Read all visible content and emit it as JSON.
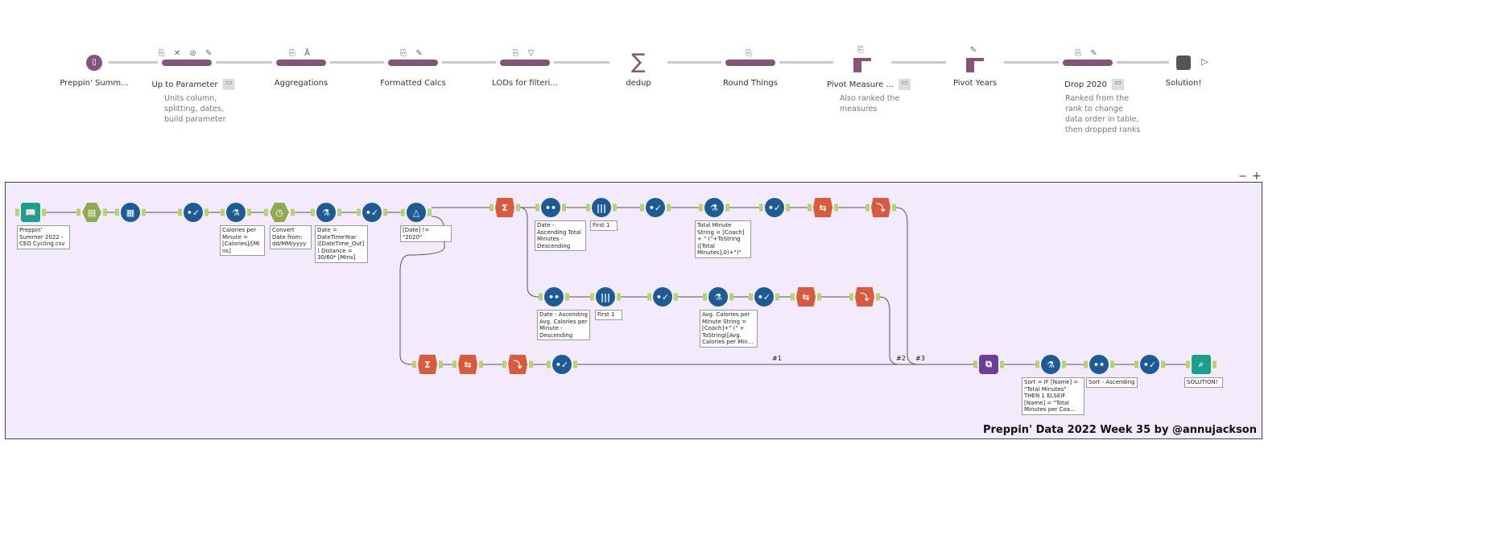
{
  "flow_steps": [
    {
      "label": "Preppin' Summ...",
      "icons": "",
      "note": "",
      "comment": false,
      "kind": "input"
    },
    {
      "label": "Up to Parameter",
      "icons": "⎘ ✕ ⊘ ✎",
      "note": "Units column, splitting, dates, build parameter",
      "comment": true,
      "kind": "clean"
    },
    {
      "label": "Aggregations",
      "icons": "⎘ Å",
      "note": "",
      "comment": false,
      "kind": "clean"
    },
    {
      "label": "Formatted Calcs",
      "icons": "⎘ ✎",
      "note": "",
      "comment": false,
      "kind": "clean"
    },
    {
      "label": "LODs for filteri...",
      "icons": "⎘ ▽",
      "note": "",
      "comment": false,
      "kind": "clean"
    },
    {
      "label": "dedup",
      "icons": "",
      "note": "",
      "comment": false,
      "kind": "aggregate"
    },
    {
      "label": "Round Things",
      "icons": "⎘",
      "note": "",
      "comment": false,
      "kind": "clean"
    },
    {
      "label": "Pivot Measure ...",
      "icons": "⎘",
      "note": "Also ranked the measures",
      "comment": true,
      "kind": "pivot"
    },
    {
      "label": "Pivot Years",
      "icons": "✎",
      "note": "",
      "comment": false,
      "kind": "pivot"
    },
    {
      "label": "Drop 2020",
      "icons": "⎘ ✎",
      "note": "Ranked from the rank to change data order in table, then dropped ranks",
      "comment": true,
      "kind": "clean"
    },
    {
      "label": "Solution!",
      "icons": "",
      "note": "",
      "comment": false,
      "kind": "output"
    }
  ],
  "canvas": {
    "title": "Preppin' Data 2022 Week 35 by @annujackson",
    "zoom_out": "−",
    "zoom_in": "+",
    "tools": [
      {
        "type": "input",
        "glyph": "📖",
        "annotation": "Preppin' Summer 2022 - CEO Cycling.csv"
      },
      {
        "type": "text-to-columns",
        "glyph": "▤",
        "annotation": ""
      },
      {
        "type": "multi-field",
        "glyph": "▦",
        "annotation": ""
      },
      {
        "type": "select",
        "glyph": "•✓",
        "annotation": ""
      },
      {
        "type": "formula",
        "glyph": "⚗",
        "annotation": "Calories per Minute = [Calories]/[Mins]"
      },
      {
        "type": "datetime",
        "glyph": "◷",
        "annotation": "Convert Date from: dd/MM/yyyy"
      },
      {
        "type": "formula",
        "glyph": "⚗",
        "annotation": "Date = DateTimeYear ([DateTime_Out]) Distance = 30/60* [Mins]"
      },
      {
        "type": "select",
        "glyph": "•✓",
        "annotation": ""
      },
      {
        "type": "filter",
        "glyph": "△",
        "annotation": "[Date] != \"2020\""
      },
      {
        "type": "summarize",
        "glyph": "Σ",
        "annotation": ""
      },
      {
        "type": "sort",
        "glyph": "••",
        "annotation": "Date - Ascending Total Minutes - Descending"
      },
      {
        "type": "sample",
        "glyph": "|||",
        "annotation": "First 1"
      },
      {
        "type": "select",
        "glyph": "•✓",
        "annotation": ""
      },
      {
        "type": "formula",
        "glyph": "⚗",
        "annotation": "Total Minute String = [Coach] + \" (\"+ToString ([Total Minutes],0)+\")\""
      },
      {
        "type": "select",
        "glyph": "•✓",
        "annotation": ""
      },
      {
        "type": "transpose",
        "glyph": "⇆",
        "annotation": ""
      },
      {
        "type": "crosstab",
        "glyph": "⤵",
        "annotation": ""
      },
      {
        "type": "sort",
        "glyph": "••",
        "annotation": "Date - Ascending Avg. Calories per Minute - Descending"
      },
      {
        "type": "sample",
        "glyph": "|||",
        "annotation": "First 1"
      },
      {
        "type": "select",
        "glyph": "•✓",
        "annotation": ""
      },
      {
        "type": "formula",
        "glyph": "⚗",
        "annotation": "Avg. Calories per Minute String = [Coach]+\" (\" + ToString([Avg. Calories per Min..."
      },
      {
        "type": "select",
        "glyph": "•✓",
        "annotation": ""
      },
      {
        "type": "transpose",
        "glyph": "⇆",
        "annotation": ""
      },
      {
        "type": "crosstab",
        "glyph": "⤵",
        "annotation": ""
      },
      {
        "type": "summarize",
        "glyph": "Σ",
        "annotation": ""
      },
      {
        "type": "transpose",
        "glyph": "⇆",
        "annotation": ""
      },
      {
        "type": "crosstab",
        "glyph": "⤵",
        "annotation": ""
      },
      {
        "type": "select",
        "glyph": "•✓",
        "annotation": ""
      },
      {
        "type": "union",
        "glyph": "⧉",
        "annotation": ""
      },
      {
        "type": "formula",
        "glyph": "⚗",
        "annotation": "Sort = IF [Name] = \"Total Minutes\" THEN 1 ELSEIF [Name] = \"Total Minutes per Coa..."
      },
      {
        "type": "sort",
        "glyph": "••",
        "annotation": "Sort - Ascending"
      },
      {
        "type": "select",
        "glyph": "•✓",
        "annotation": ""
      },
      {
        "type": "browse",
        "glyph": "⌕",
        "annotation": "SOLUTION!"
      }
    ],
    "wire_labels": [
      "#1",
      "#2",
      "#3"
    ]
  }
}
